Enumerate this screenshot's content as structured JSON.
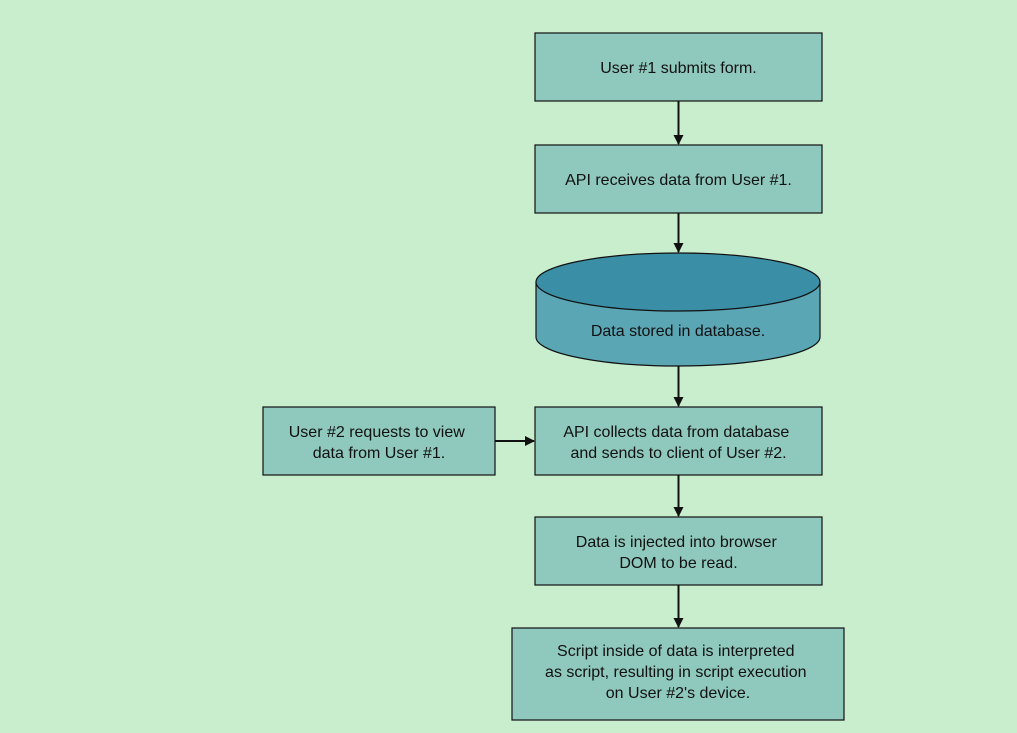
{
  "diagram": {
    "colors": {
      "background": "#c9eece",
      "box_fill": "#8fc8bd",
      "cylinder_top": "#3a8fa7",
      "cylinder_body": "#5aa6b4",
      "stroke": "#111111"
    },
    "nodes": {
      "submit": {
        "lines": [
          "User #1 submits form."
        ]
      },
      "receive": {
        "lines": [
          "API receives data from User #1."
        ]
      },
      "database": {
        "lines": [
          "Data stored in database."
        ]
      },
      "collect": {
        "lines": [
          "API collects data from database",
          "and sends to client of User #2."
        ]
      },
      "request": {
        "lines": [
          "User #2 requests to view",
          "data from User #1."
        ]
      },
      "inject": {
        "lines": [
          "Data is injected into browser",
          "DOM to be read."
        ]
      },
      "execute": {
        "lines": [
          "Script inside of data is interpreted",
          "as script, resulting in script execution",
          "on User #2's device."
        ]
      }
    }
  }
}
